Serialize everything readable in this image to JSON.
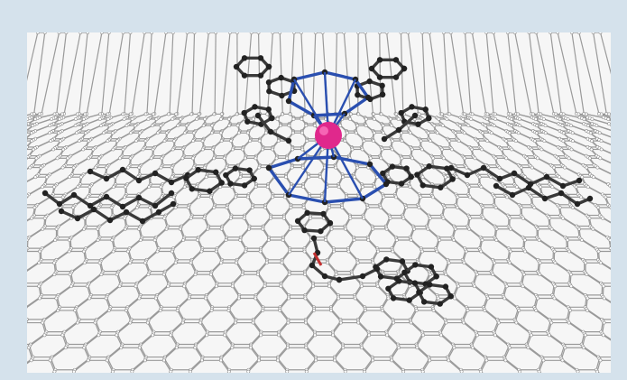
{
  "figure": {
    "colors": {
      "frame": "#d5e2ec",
      "panel": "#f6f6f6",
      "graphene_bond": "#9a9a9a",
      "graphene_atom": "#ffffff",
      "carbon": "#3a3a3a",
      "carbon_atom": "#222222",
      "nitrogen": "#2a4fb0",
      "metal_center": "#e0288c",
      "oxygen": "#c23030"
    },
    "icons": [
      "graphene-sheet",
      "double-decker-phthalocyanine-complex",
      "lanthanide-ion",
      "pyrene-anchor",
      "alkyl-chain"
    ]
  }
}
